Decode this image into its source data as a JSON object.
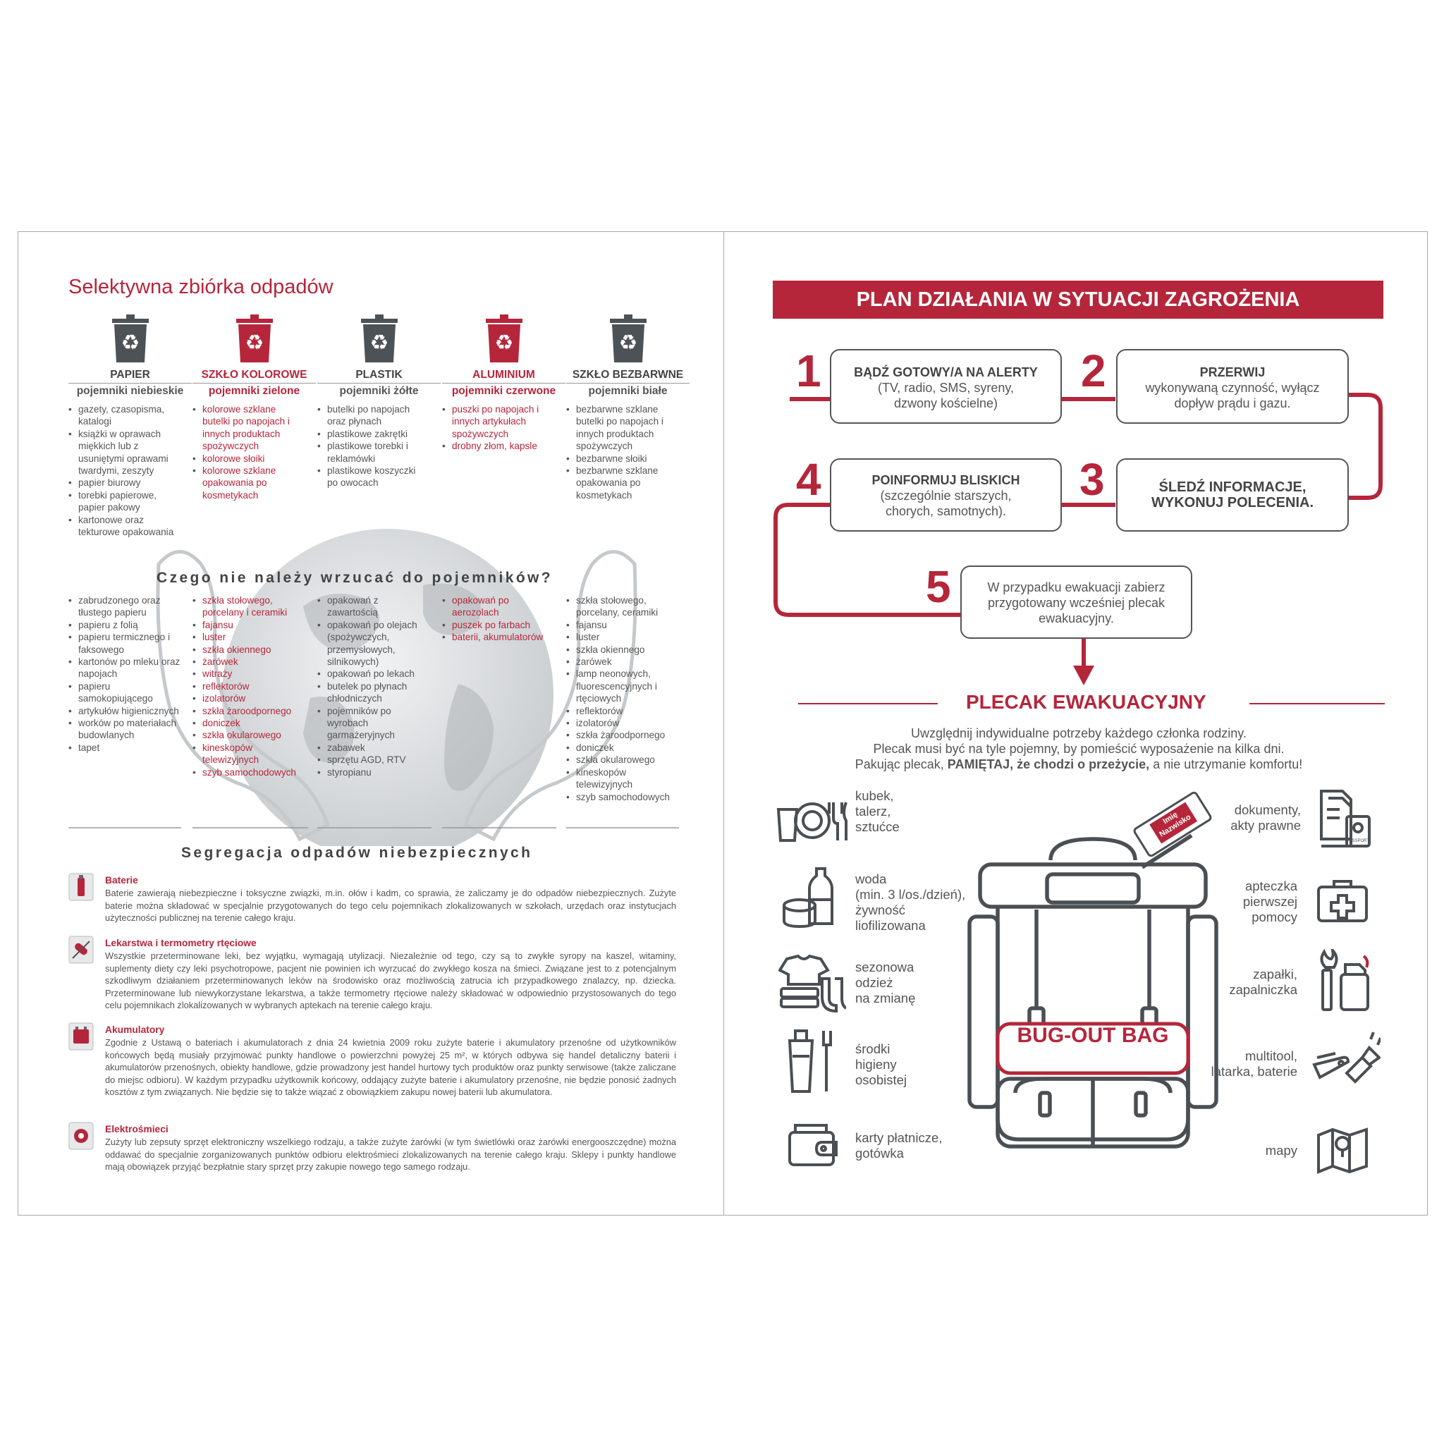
{
  "left": {
    "title": "Selektywna zbiórka odpadów",
    "columns": [
      {
        "name": "PAPIER",
        "container": "pojemniki niebieskie",
        "accent": false,
        "items": [
          "gazety, czasopisma, katalogi",
          "książki w oprawach miękkich lub z usuniętymi oprawami twardymi, zeszyty",
          "papier biurowy",
          "torebki papierowe, papier pakowy",
          "kartonowe oraz tekturowe opakowania"
        ],
        "forbidden": [
          "zabrudzonego oraz tłustego papieru",
          "papieru z folią",
          "papieru termicznego i faksowego",
          "kartonów po mleku oraz napojach",
          "papieru samokopiującego",
          "artykułów higienicznych",
          "worków po materiałach budowlanych",
          "tapet"
        ]
      },
      {
        "name": "SZKŁO KOLOROWE",
        "container": "pojemniki zielone",
        "accent": true,
        "items": [
          "kolorowe szklane butelki po napojach i innych produktach spożywczych",
          "kolorowe słoiki",
          "kolorowe szklane opakowania po kosmetykach"
        ],
        "forbidden": [
          "szkła stołowego, porcelany i ceramiki",
          "fajansu",
          "luster",
          "szkła okiennego",
          "żarówek",
          "witraży",
          "reflektorów",
          "izolatorów",
          "szkła żaroodpornego",
          "doniczek",
          "szkła okularowego",
          "kineskopów telewizyjnych",
          "szyb samochodowych"
        ]
      },
      {
        "name": "PLASTIK",
        "container": "pojemniki żółte",
        "accent": false,
        "items": [
          "butelki po napojach oraz płynach",
          "plastikowe zakrętki",
          "plastikowe torebki i reklamówki",
          "plastikowe koszyczki po owocach"
        ],
        "forbidden": [
          "opakowań z zawartością",
          "opakowań po olejach (spożywczych, przemysłowych, silnikowych)",
          "opakowań po lekach",
          "butelek po płynach chłodniczych",
          "pojemników po wyrobach garmażeryjnych",
          "zabawek",
          "sprzętu AGD, RTV",
          "styropianu"
        ]
      },
      {
        "name": "ALUMINIUM",
        "container": "pojemniki czerwone",
        "accent": true,
        "items": [
          "puszki po napojach i innych artykułach spożywczych",
          "drobny złom, kapsle"
        ],
        "forbidden": [
          "opakowań po aerozolach",
          "puszek po farbach",
          "baterii, akumulatorów"
        ]
      },
      {
        "name": "SZKŁO BEZBARWNE",
        "container": "pojemniki białe",
        "accent": false,
        "items": [
          "bezbarwne szklane butelki po napojach i innych produktach spożywczych",
          "bezbarwne słoiki",
          "bezbarwne szklane opakowania po kosmetykach"
        ],
        "forbidden": [
          "szkła stołowego, porcelany, ceramiki",
          "fajansu",
          "luster",
          "szkła okiennego",
          "żarówek",
          "lamp neonowych, fluorescencyjnych i rtęciowych",
          "reflektorów",
          "izolatorów",
          "szkła żaroodpornego",
          "doniczek",
          "szkła okularowego",
          "kineskopów telewizyjnych",
          "szyb samochodowych"
        ]
      }
    ],
    "forbidden_heading": "Czego nie należy wrzucać do pojemników?",
    "hazardous_heading": "Segregacja odpadów niebezpiecznych",
    "hazardous": [
      {
        "title": "Baterie",
        "text": "Baterie zawierają niebezpieczne i toksyczne związki, m.in. ołów i kadm, co sprawia, że zaliczamy je do odpadów niebezpiecznych. Zużyte baterie można składować w specjalnie przygotowanych do tego celu pojemnikach zlokalizowanych w szkołach, urzędach oraz instytucjach użyteczności publicznej na terenie całego kraju."
      },
      {
        "title": "Lekarstwa i termometry rtęciowe",
        "text": "Wszystkie przeterminowane leki, bez wyjątku, wymagają utylizacji. Niezależnie od tego, czy są to zwykłe syropy na kaszel, witaminy, suplementy diety czy leki psychotropowe, pacjent nie powinien ich wyrzucać do zwykłego kosza na śmieci. Związane jest to z potencjalnym szkodliwym działaniem przeterminowanych leków na środowisko oraz możliwością zatrucia ich przypadkowego znalazcy, np. dziecka. Przeterminowane lub niewykorzystane lekarstwa, a także termometry rtęciowe należy składować w odpowiednio przystosowanych do tego celu pojemnikach zlokalizowanych w wybranych aptekach na terenie całego kraju."
      },
      {
        "title": "Akumulatory",
        "text": "Zgodnie z Ustawą o bateriach i akumulatorach z dnia 24 kwietnia 2009 roku zużyte baterie i akumulatory przenośne od użytkowników końcowych będą musiały przyjmować punkty handlowe o powierzchni powyżej 25 m², w których odbywa się handel detaliczny baterii i akumulatorów przenośnych, obiekty handlowe, gdzie prowadzony jest handel hurtowy tych produktów oraz punkty serwisowe (także zaliczane do miejsc odbioru). W każdym przypadku użytkownik końcowy, oddający zużyte baterie i akumulatory przenośne, nie będzie ponosić żadnych kosztów z tym związanych. Nie będzie się to także wiązać z obowiązkiem zakupu nowej baterii lub akumulatora."
      },
      {
        "title": "Elektrośmieci",
        "text": "Zużyty lub zepsuty sprzęt elektroniczny wszelkiego rodzaju, a także zużyte żarówki (w tym świetlówki oraz żarówki energooszczędne) można oddawać do specjalnie zorganizowanych punktów odbioru elektrośmieci zlokalizowanych na terenie całego kraju. Sklepy i punkty handlowe mają obowiązek przyjąć bezpłatnie stary sprzęt przy zakupie nowego tego samego rodzaju."
      }
    ]
  },
  "right": {
    "banner": "PLAN DZIAŁANIA W SYTUACJI ZAGROŻENIA",
    "steps": [
      {
        "num": "1",
        "title": "BĄDŹ GOTOWY/A NA ALERTY",
        "text": "(TV, radio, SMS, syreny, dzwony kościelne)"
      },
      {
        "num": "2",
        "title": "PRZERWIJ",
        "text": "wykonywaną czynność, wyłącz dopływ prądu i gazu."
      },
      {
        "num": "3",
        "title": "ŚLEDŹ INFORMACJE, WYKONUJ POLECENIA.",
        "text": ""
      },
      {
        "num": "4",
        "title": "POINFORMUJ BLISKICH",
        "text": "(szczególnie starszych, chorych, samotnych)."
      },
      {
        "num": "5",
        "title": "",
        "text": "W przypadku ewakuacji zabierz przygotowany wcześniej plecak ewakuacyjny."
      }
    ],
    "plecak_title": "PLECAK EWAKUACYJNY",
    "intro_line1": "Uwzględnij indywidualne potrzeby każdego członka rodziny.",
    "intro_line2": "Plecak musi być na tyle pojemny, by pomieścić wyposażenie na kilka dni.",
    "intro_line3_a": "Pakując plecak, ",
    "intro_line3_b": "PAMIĘTAJ, że chodzi o przeżycie,",
    "intro_line3_c": " a nie utrzymanie komfortu!",
    "bag_label": "BUG-OUT BAG",
    "tag_line1": "Imię",
    "tag_line2": "Nazwisko",
    "passport_text": "PASSPORT",
    "items_left": [
      {
        "icon": "dishes-icon",
        "label": "kubek,\ntalerz,\nsztućce"
      },
      {
        "icon": "water-food-icon",
        "label": "woda\n(min. 3 l/os./dzień),\nżywność\nliofilizowana"
      },
      {
        "icon": "clothes-icon",
        "label": "sezonowa\nodzież\nna zmianę"
      },
      {
        "icon": "hygiene-icon",
        "label": "środki\nhigieny\nosobistej"
      },
      {
        "icon": "wallet-icon",
        "label": "karty płatnicze,\ngotówka"
      }
    ],
    "items_right": [
      {
        "icon": "documents-icon",
        "label": "dokumenty,\nakty prawne"
      },
      {
        "icon": "first-aid-icon",
        "label": "apteczka\npierwszej\npomocy"
      },
      {
        "icon": "matches-lighter-icon",
        "label": "zapałki,\nzapalniczka"
      },
      {
        "icon": "multitool-flashlight-icon",
        "label": "multitool,\nlatarka, baterie"
      },
      {
        "icon": "map-icon",
        "label": "mapy"
      }
    ]
  },
  "colors": {
    "accent": "#b5263b",
    "bin_gray": "#4d5257",
    "text": "#555555"
  }
}
